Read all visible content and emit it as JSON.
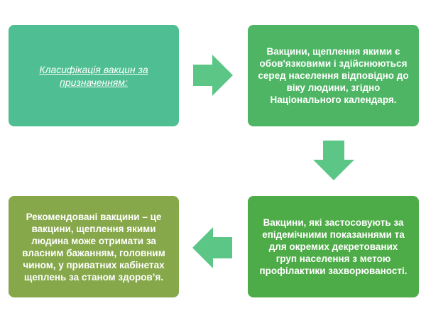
{
  "diagram": {
    "nodes": [
      {
        "id": "classification",
        "text": "Класифікація вакцин за призначенням:"
      },
      {
        "id": "mandatory",
        "text": "Вакцини, щеплення якими є обов'язковими і здійснюються серед населення відповідно до віку людини, згідно Національного календаря."
      },
      {
        "id": "epidemic",
        "text": "Вакцини, які застосовують за епідемічними показаннями та для окремих декретованих груп населення з метою профілактики захворюваності."
      },
      {
        "id": "recommended",
        "text": "Рекомендовані вакцини – це вакцини, щеплення якими людина може отримати за власним бажанням, головним чином, у приватних кабінетах щеплень за станом здоров’я."
      }
    ],
    "colors": {
      "classification": "#4fbf93",
      "mandatory": "#4db563",
      "epidemic": "#4eac48",
      "recommended": "#86a84a",
      "arrow": "#5cc686"
    },
    "arrows": [
      {
        "from": "classification",
        "to": "mandatory",
        "direction": "right"
      },
      {
        "from": "mandatory",
        "to": "epidemic",
        "direction": "down"
      },
      {
        "from": "epidemic",
        "to": "recommended",
        "direction": "left"
      }
    ]
  }
}
